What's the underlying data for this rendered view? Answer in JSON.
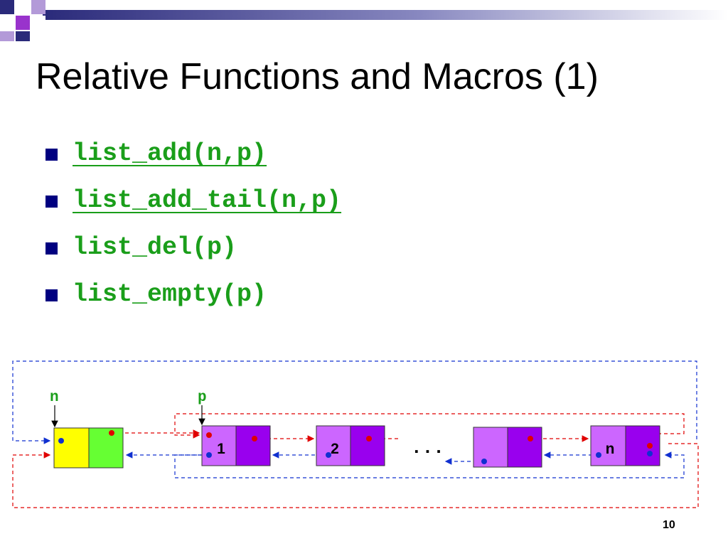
{
  "title": "Relative Functions and Macros (1)",
  "bullets": [
    {
      "text": "list_add(n,p)",
      "underlined": true
    },
    {
      "text": "list_add_tail(n,p)",
      "underlined": true
    },
    {
      "text": "list_del(p)",
      "underlined": false
    },
    {
      "text": "list_empty(p)",
      "underlined": false
    }
  ],
  "diagram": {
    "pointer_labels": {
      "n": "n",
      "p": "p"
    },
    "nodes": [
      {
        "label": "",
        "left_color": "#ffff00",
        "right_color": "#66ff33"
      },
      {
        "label": "1",
        "left_color": "#cc66ff",
        "right_color": "#9900ee"
      },
      {
        "label": "2",
        "left_color": "#cc66ff",
        "right_color": "#9900ee"
      },
      {
        "label": "",
        "left_color": "#cc66ff",
        "right_color": "#9900ee"
      },
      {
        "label": "n",
        "left_color": "#cc66ff",
        "right_color": "#9900ee"
      }
    ],
    "ellipsis": "...",
    "next_color": "#e00000",
    "prev_color": "#1030d0"
  },
  "slide_number": "10",
  "colors": {
    "bullet": "#000080",
    "code_text": "#1a9e1a",
    "deco_navy": "#2a2a7a",
    "deco_purple": "#9933cc"
  }
}
